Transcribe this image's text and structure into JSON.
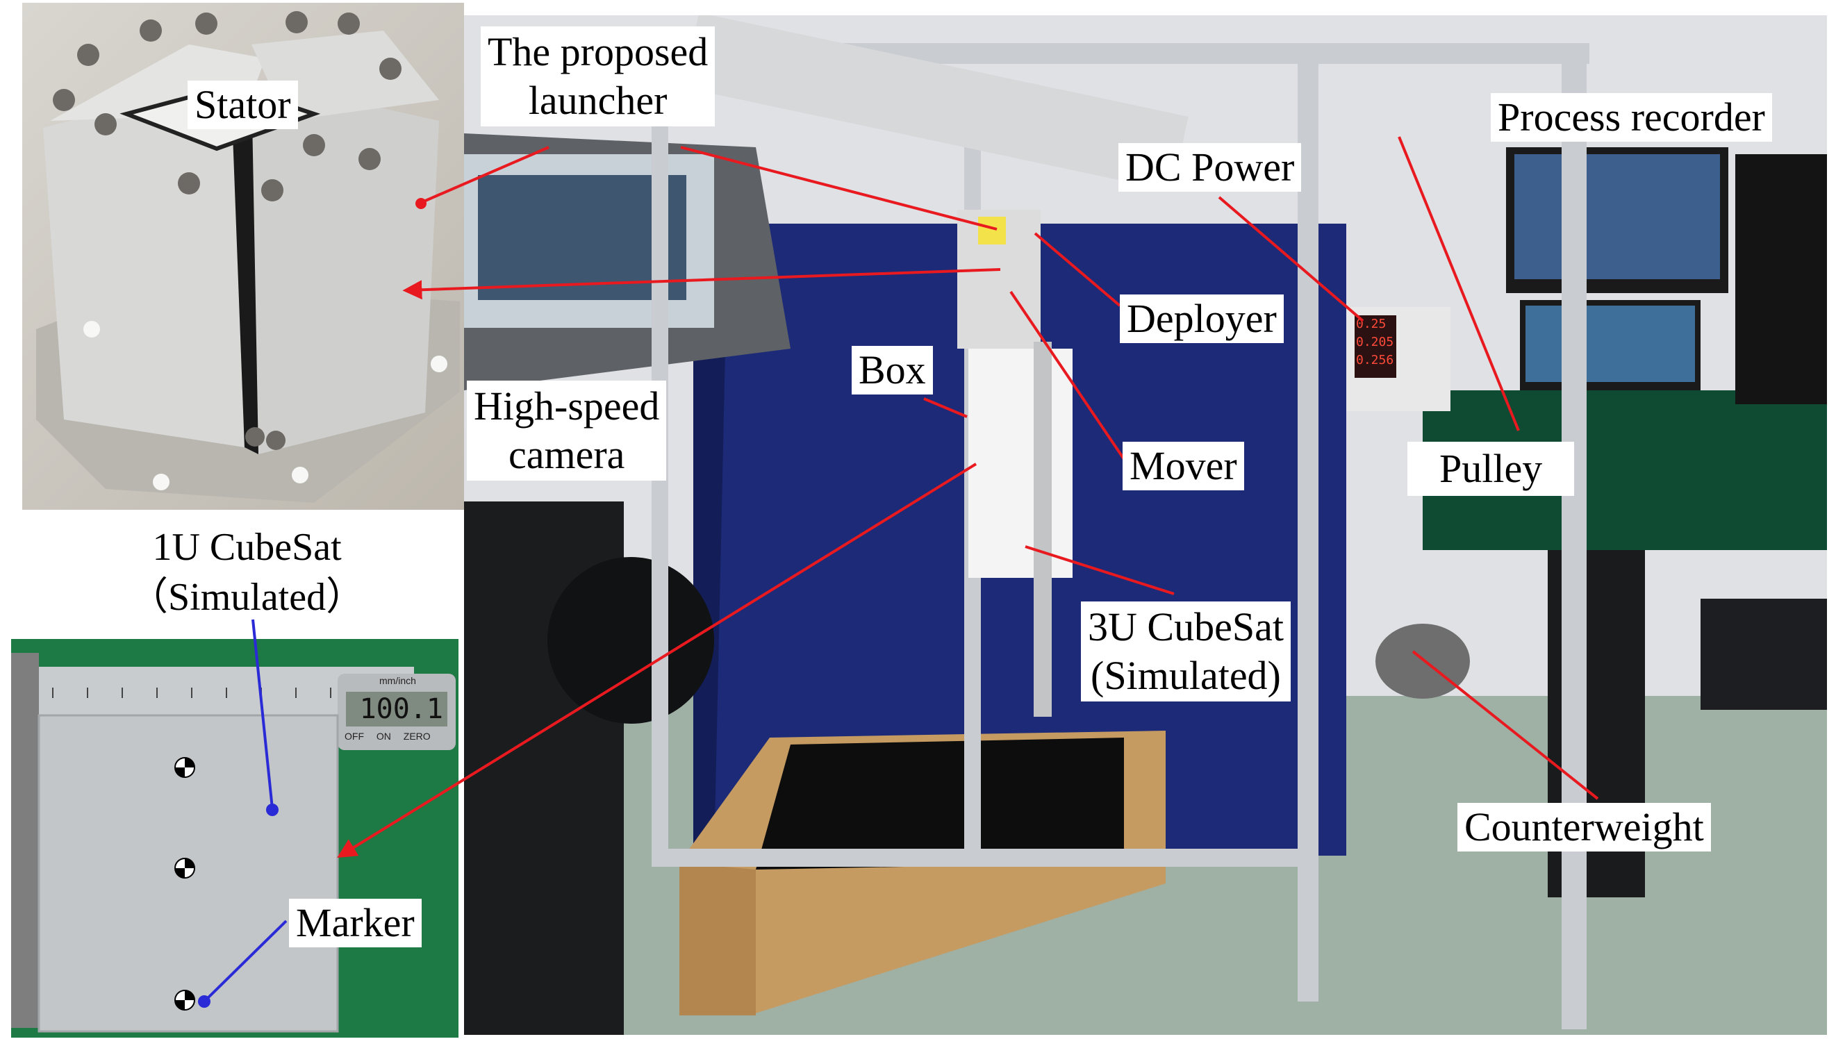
{
  "labels": {
    "stator": "Stator",
    "launcher_line1": "The proposed",
    "launcher_line2": "launcher",
    "box": "Box",
    "camera_line1": "High-speed",
    "camera_line2": "camera",
    "cubesat1u_line1": "1U CubeSat",
    "cubesat1u_line2": "（Simulated）",
    "marker": "Marker",
    "dc_power": "DC Power",
    "process_recorder": "Process recorder",
    "deployer": "Deployer",
    "mover": "Mover",
    "pulley": "Pulley",
    "cubesat3u_line1": "3U CubeSat",
    "cubesat3u_line2": "(Simulated)",
    "counterweight": "Counterweight"
  },
  "caliper_readout": "100.1",
  "caliper_unit": "mm/inch",
  "caliper_buttons": [
    "OFF",
    "ON",
    "ZERO"
  ],
  "power_readout": [
    "0.25",
    "0.205",
    "0.256"
  ],
  "colors": {
    "pointer_red": "#e8191f",
    "pointer_blue": "#2a2ad6",
    "backdrop_blue": "#1c2a78",
    "frame_silver": "#c9ccd1"
  }
}
